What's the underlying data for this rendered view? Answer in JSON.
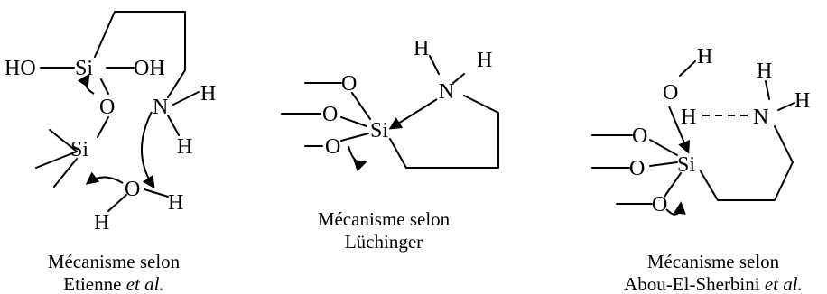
{
  "colors": {
    "ink": "#000000",
    "background": "#ffffff"
  },
  "atoms": {
    "si": "Si",
    "o": "O",
    "n": "N",
    "h": "H",
    "ho": "HO",
    "oh": "OH"
  },
  "captions": {
    "etienne_l1": "Mécanisme selon",
    "etienne_l2_name": "Etienne ",
    "etienne_l2_italic": "et al.",
    "luchinger_l1": "Mécanisme selon",
    "luchinger_l2": "Lüchinger",
    "abou_l1": "Mécanisme selon",
    "abou_l2_name": "Abou-El-Sherbini ",
    "abou_l2_italic": "et al."
  }
}
